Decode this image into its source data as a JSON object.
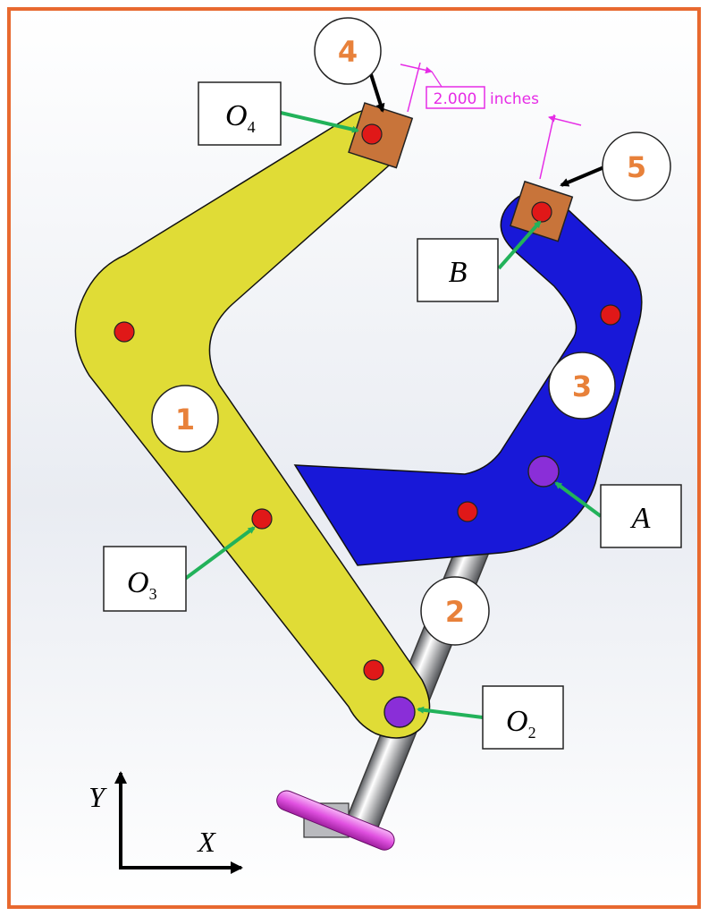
{
  "labels": {
    "O4": {
      "main": "O",
      "sub": "4"
    },
    "O3": {
      "main": "O",
      "sub": "3"
    },
    "O2": {
      "main": "O",
      "sub": "2"
    },
    "A": "A",
    "B": "B"
  },
  "part_numbers": [
    "1",
    "2",
    "3",
    "4",
    "5"
  ],
  "dimension": {
    "value": "2.000",
    "unit": "inches"
  },
  "axes": {
    "x": "X",
    "y": "Y"
  },
  "colors": {
    "frame": "#e8692f",
    "link1": "#e0dc36",
    "link2": "#9a9ca0",
    "link3": "#1818d8",
    "blocks": "#c8743a",
    "pins_red": "#e01818",
    "pins_purple": "#8a2ed8",
    "arrows_green": "#22b25a",
    "dimension_magenta": "#e62ce6",
    "handle": "#e05ae0",
    "numbers": "#e8813a"
  }
}
